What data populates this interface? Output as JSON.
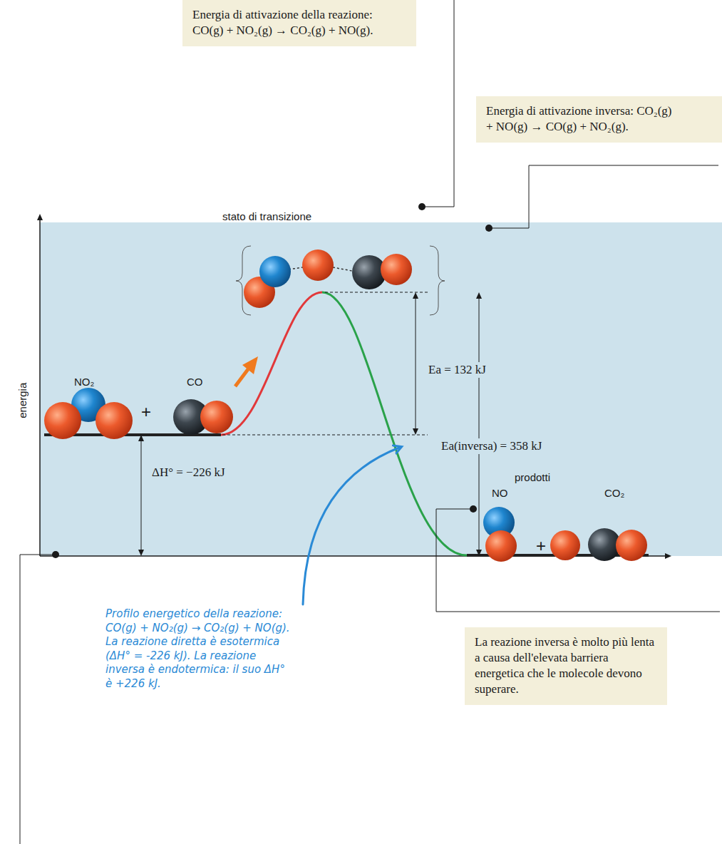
{
  "diagram": {
    "nodes": [
      {
        "text": [
          "Energia di attivazione della reazione: CO(g) + NO₂(g) → CO₂(g) + NO(g)."
        ]
      },
      {
        "text": [
          "Energia di attivazione inversa: CO₂(g) + NO(g) → CO(g) + NO₂(g)."
        ]
      },
      {
        "text": [
          "La reazione inversa è molto più lenta a causa dell'elevata barriera energetica che le molecole devono superare."
        ]
      }
    ],
    "labels": [
      "stato di transizione",
      "NO₂",
      "CO",
      "+",
      "Ea = 132 kJ",
      "energia",
      "Ea(inversa) = 358 kJ",
      "ΔH° = −226 kJ",
      "prodotti",
      "NO",
      "CO₂",
      "+",
      "Profilo energetico della reazione: CO(g) + NO₂(g) → CO₂(g) + NO(g). La reazione diretta è esotermica (ΔH° = -226 kJ). La reazione inversa è endotermica: il suo ΔH° è +226 kJ."
    ]
  }
}
